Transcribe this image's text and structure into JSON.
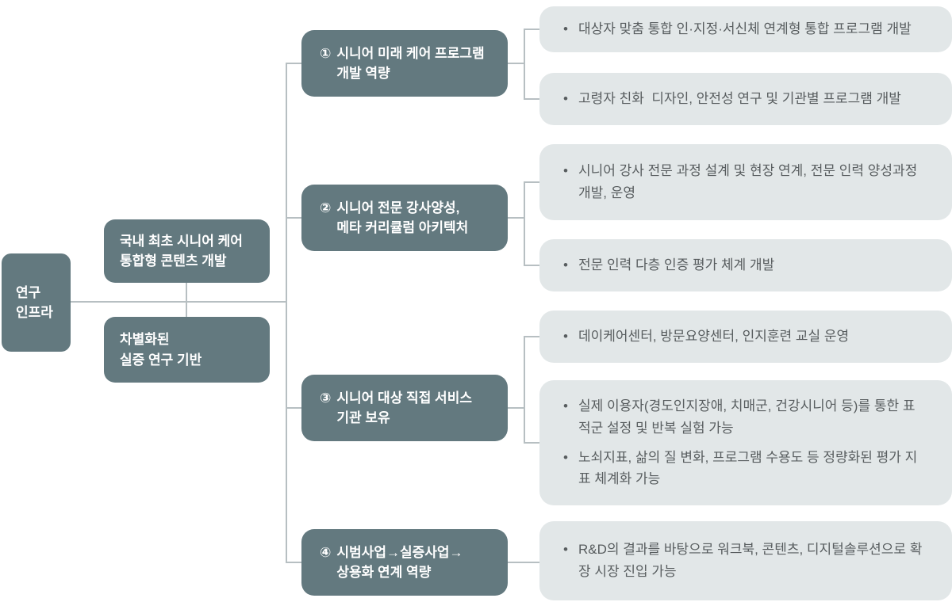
{
  "bullet_glyph": "•",
  "palette": {
    "node": "#63797f",
    "node_text": "#ffffff",
    "leaf": "#e2e7e8",
    "leaf_text": "#585d5f",
    "line": "#b7bfc2"
  },
  "root": {
    "label": "연구\n인프라"
  },
  "level2": [
    {
      "label": "국내 최초 시니어 케어\n통합형 콘텐츠 개발"
    },
    {
      "label": "차별화된\n실증 연구 기반"
    }
  ],
  "branches": [
    {
      "num": "①",
      "label": "시니어 미래 케어 프로그램\n개발 역량",
      "leaves": [
        {
          "bullets": [
            "대상자 맞춤 통합 인·지정·서신체 연계형 통합 프로그램 개발"
          ]
        },
        {
          "bullets": [
            "고령자 친화  디자인, 안전성 연구 및 기관별 프로그램 개발"
          ]
        }
      ]
    },
    {
      "num": "②",
      "label": "시니어 전문 강사양성,\n메타 커리큘럼 아키텍처",
      "leaves": [
        {
          "bullets": [
            "시니어 강사 전문 과정 설계 및 현장 연계, 전문 인력 양성과정 개발, 운영"
          ]
        },
        {
          "bullets": [
            "전문 인력 다층 인증 평가 체계 개발"
          ]
        }
      ]
    },
    {
      "num": "③",
      "label": "시니어 대상 직접 서비스\n기관 보유",
      "leaves": [
        {
          "bullets": [
            "데이케어센터, 방문요양센터, 인지훈련 교실 운영"
          ]
        },
        {
          "bullets": [
            "실제 이용자(경도인지장애, 치매군, 건강시니어 등)를 통한 표적군 설정 및 반복 실험 가능",
            "노쇠지표, 삶의 질 변화, 프로그램 수용도 등 정량화된 평가 지표 체계화 가능"
          ]
        }
      ]
    },
    {
      "num": "④",
      "label": "시범사업→실증사업→\n상용화 연계 역량",
      "leaves": [
        {
          "bullets": [
            "R&D의 결과를 바탕으로 워크북, 콘텐츠, 디지털솔루션으로 확장 시장 진입 가능"
          ]
        }
      ]
    }
  ]
}
